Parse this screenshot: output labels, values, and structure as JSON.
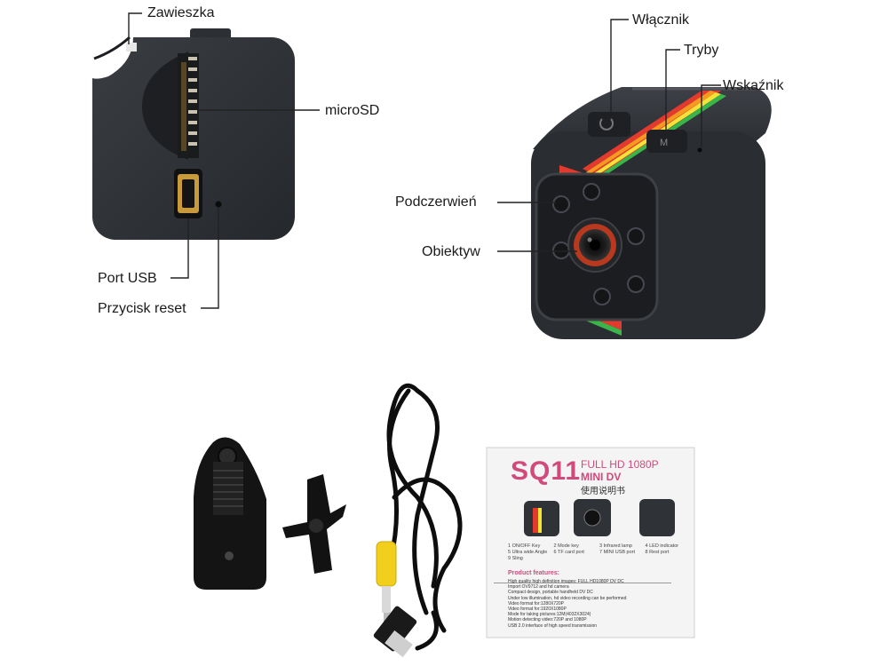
{
  "back_view": {
    "labels": {
      "lanyard": "Zawieszka",
      "microsd": "microSD",
      "usb_port": "Port USB",
      "reset": "Przycisk reset"
    }
  },
  "front_view": {
    "labels": {
      "power": "Włącznik",
      "modes": "Tryby",
      "indicator": "Wskaźnik",
      "infrared": "Podczerwień",
      "lens": "Obiektyw"
    }
  },
  "manual": {
    "model": "SQ11",
    "full_hd": "FULL HD 1080P",
    "mini_dv": "MINI DV",
    "subtitle_cn": "使用说明书",
    "parts": [
      "1 ON/OFF Key",
      "2 Mode key",
      "3 Infrared lamp",
      "4 LED indicator",
      "5 Ultra wide Angle",
      "6 TF card port",
      "7 MINI USB port",
      "8 Rest port",
      "9 Sling"
    ],
    "features_title": "Product features:",
    "features": [
      "High quality high definition images: FULL HD1080P  DV  DC",
      "Import OV9712 and hd camera",
      "Compact design, portable handheld  DV DC",
      "Under low illumination, hd video recording can be performed",
      "Video format for:1280X720P",
      "Video format for:1920X1080P",
      "Mode for taking pictures:12M(4032X3024)",
      "Motion detecting video:720P and 1080P",
      "USB 2.0 interface of high speed transmission"
    ]
  },
  "colors": {
    "camera_body": "#2b2e33",
    "accent_pink": "#d04a7c",
    "lens_ring": "#b8391f",
    "cable_yellow": "#f3cf1d"
  }
}
